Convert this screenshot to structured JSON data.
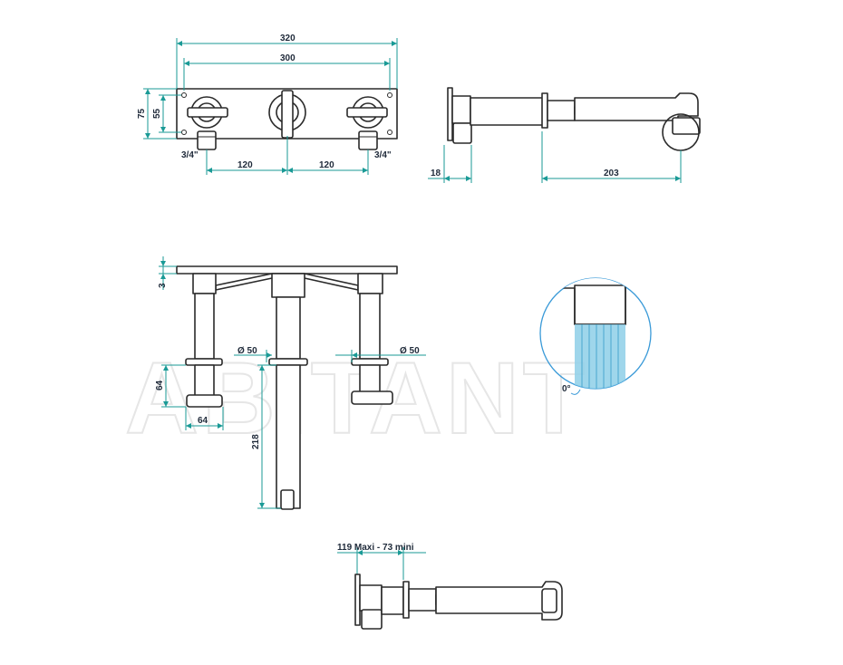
{
  "watermark": "ABITANT",
  "colors": {
    "dimension": "#1a9a96",
    "outline": "#2a2a2a",
    "detail": "#3a9ad8",
    "water": "#8ecfe8"
  },
  "front_view": {
    "width_overall": "320",
    "width_inner": "300",
    "height_overall": "75",
    "height_inner": "55",
    "inlet_left": "3/4\"",
    "inlet_right": "3/4\"",
    "spacing_left": "120",
    "spacing_right": "120"
  },
  "side_view": {
    "plate_depth": "18",
    "spout_length": "203"
  },
  "top_view": {
    "plate_thickness": "3",
    "diameter_left": "Ø 50",
    "diameter_right": "Ø 50",
    "handle_height": "64",
    "handle_width": "64",
    "spout_projection": "218"
  },
  "detail_view": {
    "angle": "0°"
  },
  "bottom_view": {
    "range_label": "119 Maxi - 73 mini"
  }
}
